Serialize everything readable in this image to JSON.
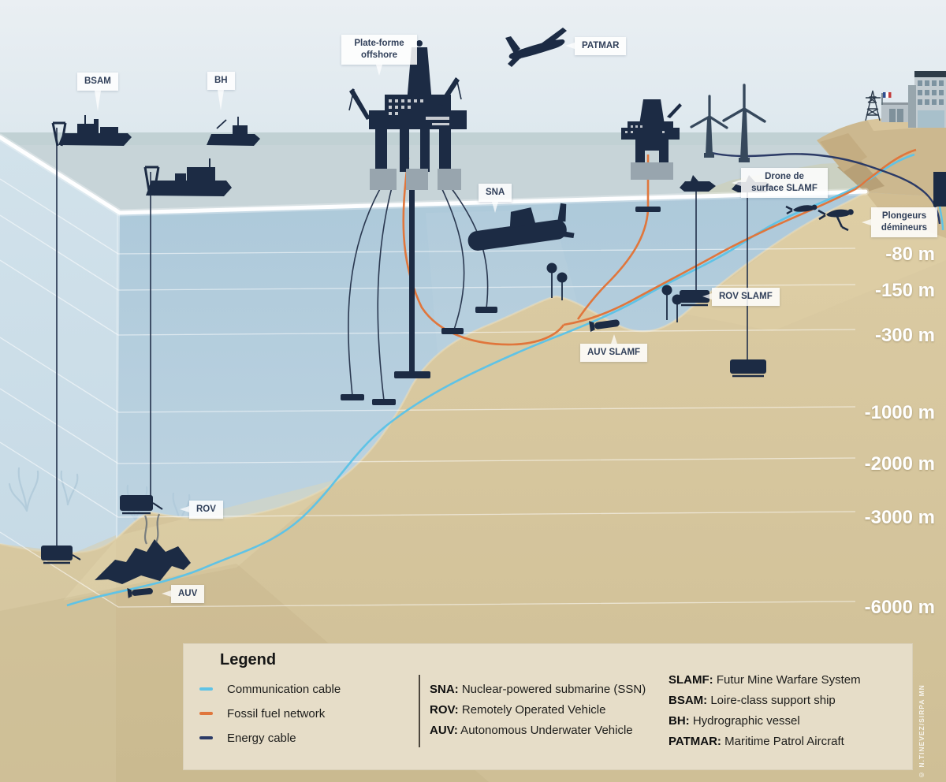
{
  "callouts": {
    "bsam": "BSAM",
    "bh": "BH",
    "platform": "Plate-forme offshore",
    "patmar": "PATMAR",
    "sna": "SNA",
    "surface_drone": "Drone de surface SLAMF",
    "divers": "Plongeurs démineurs",
    "rov_slamf": "ROV SLAMF",
    "auv_slamf": "AUV SLAMF",
    "rov": "ROV",
    "auv": "AUV"
  },
  "depth_markers": [
    "-80 m",
    "-150 m",
    "-300 m",
    "-1000 m",
    "-2000 m",
    "-3000 m",
    "-6000 m"
  ],
  "legend": {
    "title": "Legend",
    "cables": [
      {
        "label": "Communication cable",
        "color": "#5fc3e6"
      },
      {
        "label": "Fossil fuel network",
        "color": "#e0763c"
      },
      {
        "label": "Energy cable",
        "color": "#2b3a66"
      }
    ],
    "abbr_left": [
      {
        "term": "SNA:",
        "definition": " Nuclear-powered submarine (SSN)"
      },
      {
        "term": "ROV:",
        "definition": " Remotely Operated Vehicle"
      },
      {
        "term": "AUV:",
        "definition": " Autonomous Underwater Vehicle"
      }
    ],
    "abbr_right": [
      {
        "term": "SLAMF:",
        "definition": " Futur Mine Warfare System"
      },
      {
        "term": "BSAM:",
        "definition": " Loire-class support ship"
      },
      {
        "term": "BH:",
        "definition": " Hydrographic vessel"
      },
      {
        "term": "PATMAR:",
        "definition": " Maritime Patrol Aircraft"
      }
    ]
  },
  "credit": "© N.TINEVEZ/SIRPA MN",
  "colors": {
    "communication_cable": "#5fc3e6",
    "fossil_fuel_network": "#e0763c",
    "energy_cable": "#2b3a66",
    "silhouette": "#1c2b44",
    "sand": "#d5c49b",
    "water": "#b3cddd"
  }
}
